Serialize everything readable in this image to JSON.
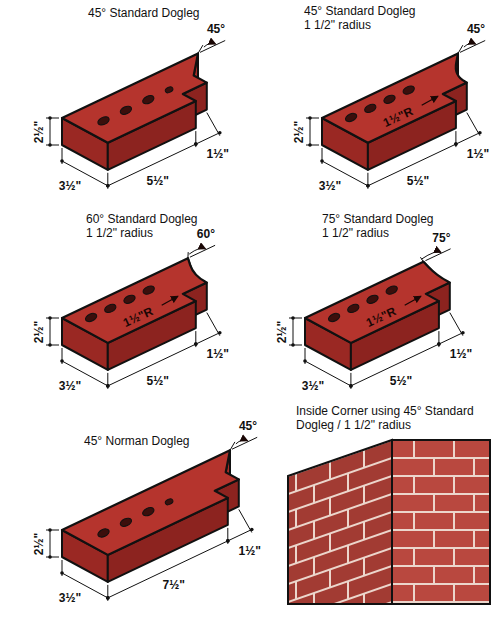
{
  "diagram": {
    "labels": [
      "45° Standard Dogleg",
      "45°",
      "2½\"",
      "3½\"",
      "5½\"",
      "1½\"",
      "45° Standard Dogleg 1 1/2\" radius",
      "45°",
      "2½\"",
      "1½\"R",
      "3½\"",
      "5½\"",
      "1½\"",
      "60° Standard Dogleg 1 1/2\" radius",
      "60°",
      "2½\"",
      "1½\"R",
      "3½\"",
      "5½\"",
      "1½\"",
      "75° Standard Dogleg 1 1/2\" radius",
      "75°",
      "2½\"",
      "1½\"R",
      "3½\"",
      "5½\"",
      "1½\"",
      "45° Norman Dogleg",
      "45°",
      "2½\"",
      "3½\"",
      "7½\"",
      "1½\"",
      "Inside Corner using 45° Standard Dogleg / 1 1/2\" radius"
    ]
  }
}
